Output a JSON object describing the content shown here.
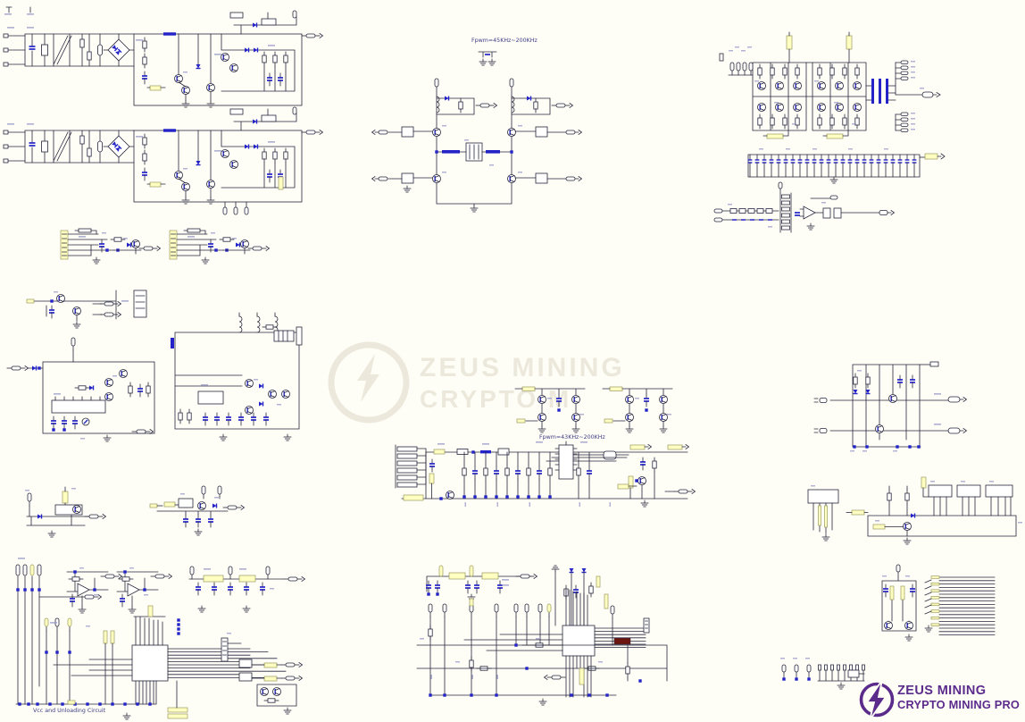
{
  "document": {
    "type": "power-supply-circuit-schematic",
    "background_color": "#FFFEF6"
  },
  "labels": {
    "freq_top": "Fpwm=45KHz~200KHz",
    "freq_mid": "Fpwm=43KHz~200KHz",
    "caption_bottom_left": "Vcc and Unloading Circuit"
  },
  "watermark": {
    "icon": "lightning-circle-icon",
    "line1": "ZEUS MINING",
    "line2": "CRYPTO M",
    "color": "#ECE9DC"
  },
  "logo": {
    "icon": "lightning-circle-icon",
    "line1": "ZEUS MINING",
    "line2": "CRYPTO MINING PRO",
    "color": "#5B2B8C"
  },
  "palette": {
    "wire": "#26263C",
    "component_blue": "#2323C8",
    "component_yellow": "#FFFFC2",
    "component_dark_red": "#6B150F",
    "label_blue": "#3C3C85"
  }
}
